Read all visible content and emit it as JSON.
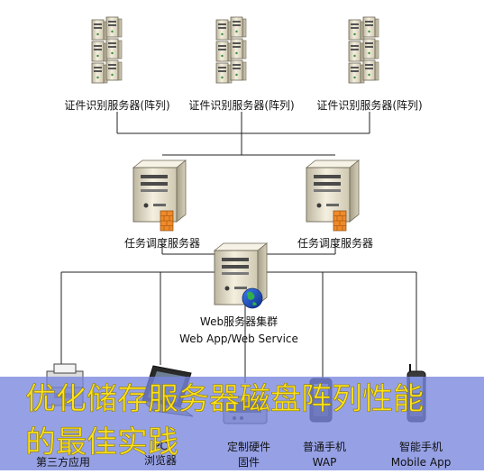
{
  "nodes": {
    "id_server_1": "证件识别服务器(阵列)",
    "id_server_2": "证件识别服务器(阵列)",
    "id_server_3": "证件识别服务器(阵列)",
    "dispatch_1": "任务调度服务器",
    "dispatch_2": "任务调度服务器",
    "web_cluster_line1": "Web服务器集群",
    "web_cluster_line2": "Web App/Web Service"
  },
  "clients": [
    {
      "line1": "第三方应用",
      "line2": ""
    },
    {
      "line1": "PC",
      "line2": "浏览器"
    },
    {
      "line1": "定制硬件",
      "line2": "固件"
    },
    {
      "line1": "普通手机",
      "line2": "WAP"
    },
    {
      "line1": "智能手机",
      "line2": "Mobile App"
    }
  ],
  "banner": {
    "line1": "优化储存服务器磁盘阵列性能",
    "line2": "的最佳实践"
  },
  "colors": {
    "banner_bg": "#7986de",
    "banner_text": "#ffe21a",
    "server_beige": "#e9e2cc",
    "firewall_orange": "#f08a28",
    "connector": "#222222"
  }
}
